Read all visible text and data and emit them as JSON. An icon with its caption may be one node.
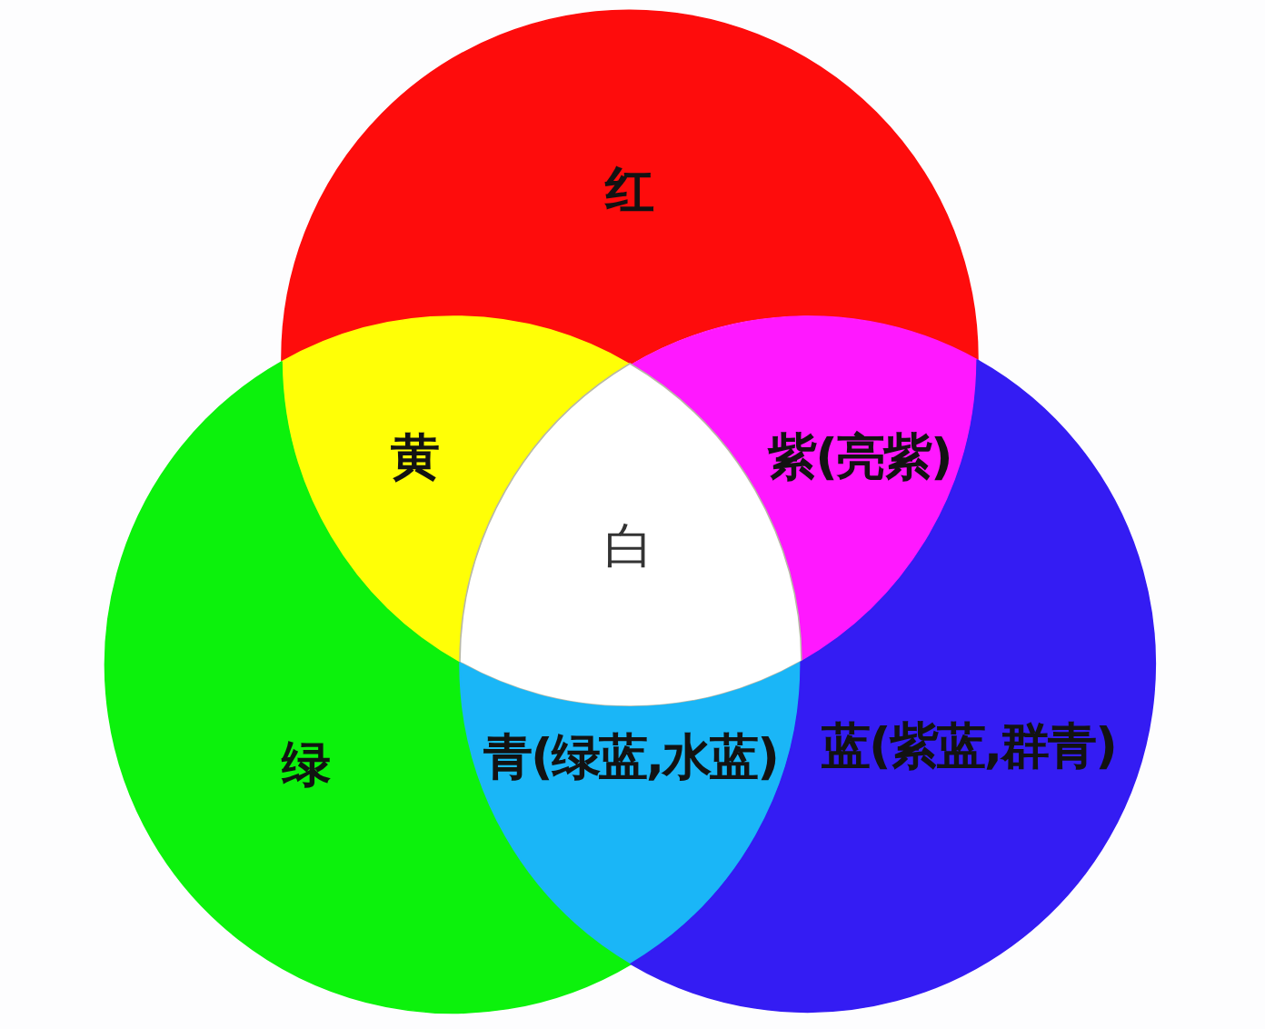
{
  "diagram": {
    "nodes": [
      {
        "text": [
          "红"
        ]
      },
      {
        "text": [
          "黄"
        ]
      },
      {
        "text": [
          "紫(亮紫)"
        ]
      },
      {
        "text": [
          "白"
        ]
      },
      {
        "text": [
          "绿"
        ]
      },
      {
        "text": [
          "青(绿蓝,水蓝)"
        ]
      },
      {
        "text": [
          "蓝(紫蓝,群青)"
        ]
      }
    ]
  }
}
